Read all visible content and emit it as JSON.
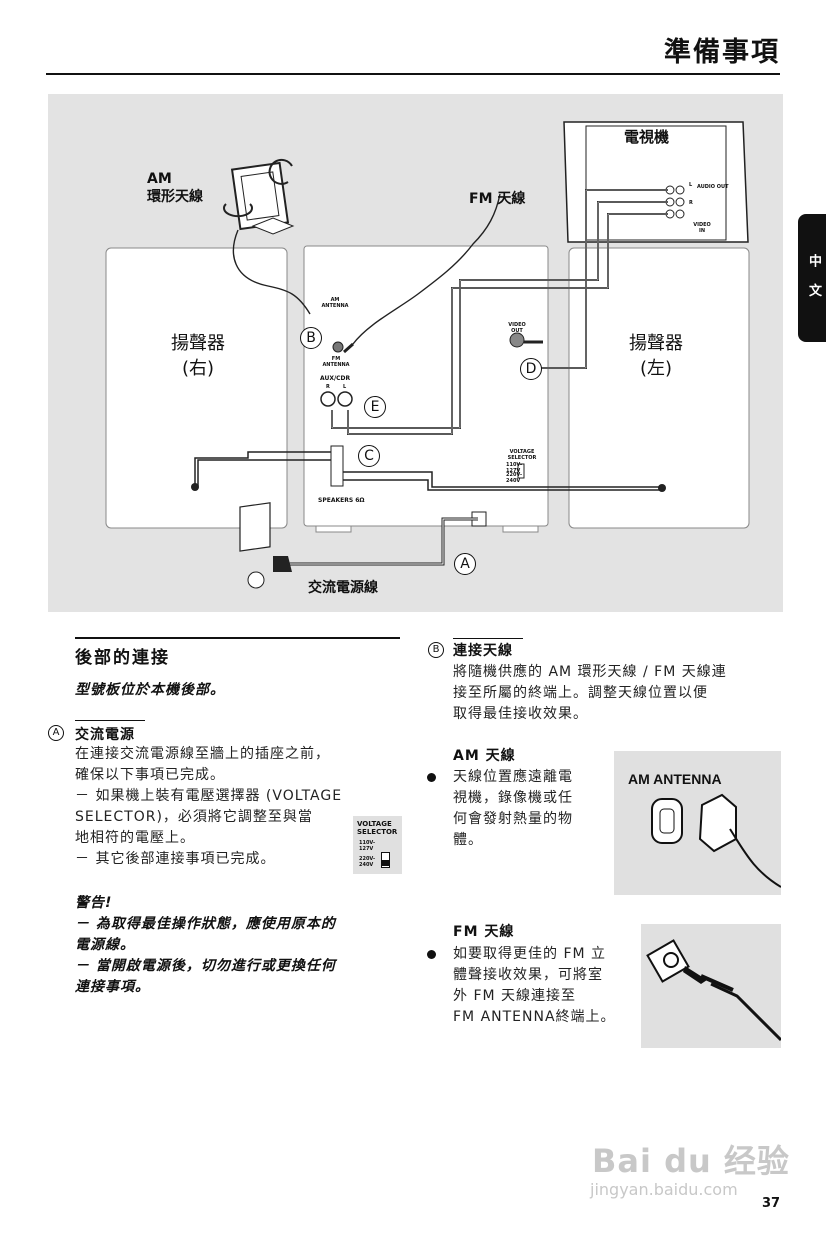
{
  "header": {
    "title": "準備事項",
    "side_tab": "中 文",
    "page_number": "37"
  },
  "diagram": {
    "am_antenna_label": [
      "AM",
      "環形天線"
    ],
    "fm_antenna_label": "FM 天線",
    "tv_label": "電視機",
    "speaker_right": [
      "揚聲器",
      "(右)"
    ],
    "speaker_left": [
      "揚聲器",
      "(左)"
    ],
    "ac_cord_label": "交流電源線",
    "markers": {
      "a": "A",
      "b": "B",
      "c": "C",
      "d": "D",
      "e": "E"
    },
    "panel_text": {
      "am_antenna": "AM ANTENNA",
      "fm_antenna": "FM ANTENNA",
      "video_out": "VIDEO OUT",
      "aux_cdr": "AUX/CDR",
      "aux_r": "R",
      "aux_l": "L",
      "voltage_selector": "VOLTAGE SELECTOR",
      "v1": "110V- 127V",
      "v2": "220V- 240V",
      "speakers": "SPEAKERS 6Ω",
      "tv_audio_out": "AUDIO OUT",
      "tv_l": "L",
      "tv_r": "R",
      "tv_video_in": "VIDEO IN"
    }
  },
  "left_col": {
    "section_title": "後部的連接",
    "type_plate_note": "型號板位於本機後部。",
    "a_marker": "A",
    "a_title": "交流電源",
    "a_text": [
      "在連接交流電源線至牆上的插座之前，",
      "確保以下事項已完成。",
      "－ 如果機上裝有電壓選擇器 (VOLTAGE",
      "SELECTOR)，必須將它調整至與當",
      "地相符的電壓上。",
      "－ 其它後部連接事項已完成。"
    ],
    "voltage_inset": {
      "title": "VOLTAGE SELECTOR",
      "v1": "110V- 127V",
      "v2": "220V- 240V"
    },
    "warning": [
      "警告!",
      "－ 為取得最佳操作狀態，應使用原本的",
      "電源線。",
      "－ 當開啟電源後，切勿進行或更換任何",
      "連接事項。"
    ]
  },
  "right_col": {
    "b_marker": "B",
    "b_title": "連接天線",
    "b_text": [
      "將隨機供應的 AM 環形天線 / FM 天線連",
      "接至所屬的終端上。調整天線位置以便",
      "取得最佳接收效果。"
    ],
    "am_title": "AM 天線",
    "am_text": [
      "天線位置應遠離電",
      "視機，錄像機或任",
      "何會發射熱量的物",
      "體。"
    ],
    "am_inset_label": "AM ANTENNA",
    "fm_title": "FM 天線",
    "fm_text": [
      "如要取得更佳的 FM 立",
      "體聲接收效果，可將室",
      "外 FM 天線連接至",
      "FM ANTENNA終端上。"
    ]
  },
  "watermark": {
    "brand": "Bai du 经验",
    "url": "jingyan.baidu.com"
  }
}
